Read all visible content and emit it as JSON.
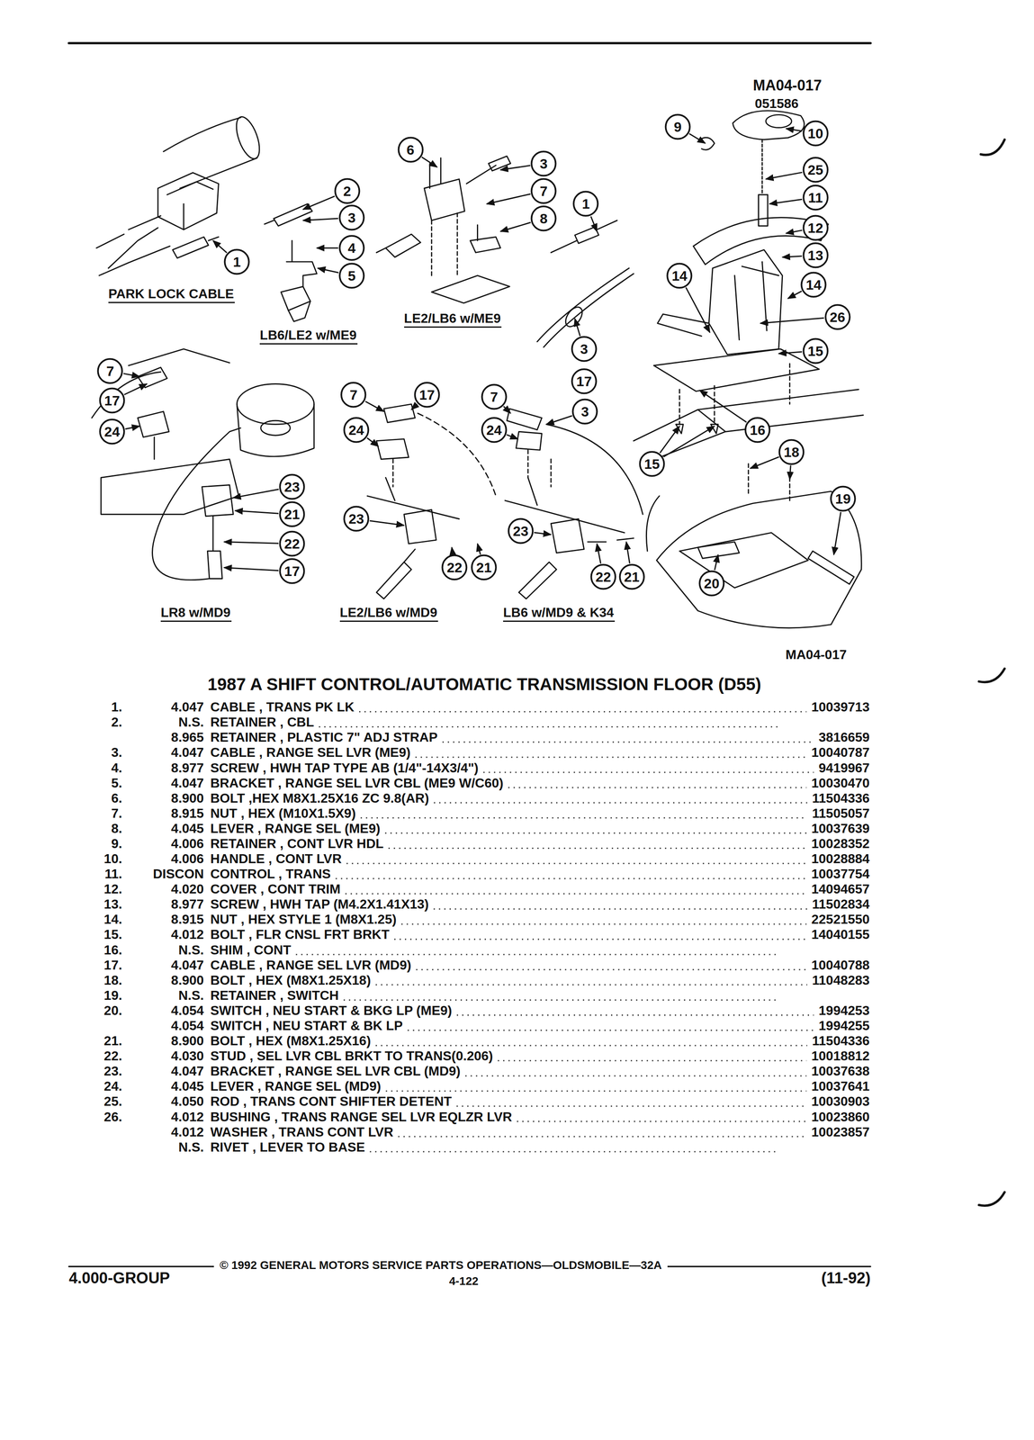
{
  "diagram": {
    "title": "1987 A SHIFT CONTROL/AUTOMATIC TRANSMISSION FLOOR (D55)",
    "nodes": [
      {
        "text": [
          "1"
        ]
      },
      {
        "text": [
          "2"
        ]
      },
      {
        "text": [
          "3"
        ]
      },
      {
        "text": [
          "4"
        ]
      },
      {
        "text": [
          "5"
        ]
      },
      {
        "text": [
          "6"
        ]
      },
      {
        "text": [
          "3"
        ]
      },
      {
        "text": [
          "7"
        ]
      },
      {
        "text": [
          "8"
        ]
      },
      {
        "text": [
          "1"
        ]
      },
      {
        "text": [
          "3"
        ]
      },
      {
        "text": [
          "17"
        ]
      },
      {
        "text": [
          "9"
        ]
      },
      {
        "text": [
          "10"
        ]
      },
      {
        "text": [
          "25"
        ]
      },
      {
        "text": [
          "11"
        ]
      },
      {
        "text": [
          "12"
        ]
      },
      {
        "text": [
          "13"
        ]
      },
      {
        "text": [
          "14"
        ]
      },
      {
        "text": [
          "14"
        ]
      },
      {
        "text": [
          "26"
        ]
      },
      {
        "text": [
          "15"
        ]
      },
      {
        "text": [
          "16"
        ]
      },
      {
        "text": [
          "15"
        ]
      },
      {
        "text": [
          "18"
        ]
      },
      {
        "text": [
          "19"
        ]
      },
      {
        "text": [
          "20"
        ]
      },
      {
        "text": [
          "7"
        ]
      },
      {
        "text": [
          "17"
        ]
      },
      {
        "text": [
          "24"
        ]
      },
      {
        "text": [
          "23"
        ]
      },
      {
        "text": [
          "21"
        ]
      },
      {
        "text": [
          "22"
        ]
      },
      {
        "text": [
          "17"
        ]
      },
      {
        "text": [
          "7"
        ]
      },
      {
        "text": [
          "17"
        ]
      },
      {
        "text": [
          "24"
        ]
      },
      {
        "text": [
          "23"
        ]
      },
      {
        "text": [
          "22"
        ]
      },
      {
        "text": [
          "21"
        ]
      },
      {
        "text": [
          "7"
        ]
      },
      {
        "text": [
          "3"
        ]
      },
      {
        "text": [
          "24"
        ]
      },
      {
        "text": [
          "23"
        ]
      },
      {
        "text": [
          "22"
        ]
      },
      {
        "text": [
          "21"
        ]
      }
    ],
    "labels": [
      "MA04-017",
      "051586",
      "PARK LOCK CABLE",
      "LB6/LE2 w/ME9",
      "LE2/LB6 w/ME9",
      "LR8 w/MD9",
      "LE2/LB6 w/MD9",
      "LB6 w/MD9 & K34",
      "MA04-017",
      "1.",
      "4.047",
      "CABLE , TRANS PK LK",
      "10039713",
      "2.",
      "N.S.",
      "RETAINER , CBL",
      "8.965",
      "RETAINER , PLASTIC 7\" ADJ STRAP",
      "3816659",
      "3.",
      "4.047",
      "CABLE , RANGE SEL LVR (ME9)",
      "10040787",
      "4.",
      "8.977",
      "SCREW , HWH TAP TYPE AB (1/4\"-14X3/4\")",
      "9419967",
      "5.",
      "4.047",
      "BRACKET , RANGE SEL LVR CBL (ME9 W/C60)",
      "10030470",
      "6.",
      "8.900",
      "BOLT ,HEX M8X1.25X16 ZC 9.8(AR)",
      "11504336",
      "7.",
      "8.915",
      "NUT , HEX (M10X1.5X9)",
      "11505057",
      "8.",
      "4.045",
      "LEVER , RANGE SEL (ME9)",
      "10037639",
      "9.",
      "4.006",
      "RETAINER , CONT LVR HDL",
      "10028352",
      "10.",
      "4.006",
      "HANDLE , CONT LVR",
      "10028884",
      "11.",
      "DISCON",
      "CONTROL , TRANS",
      "10037754",
      "12.",
      "4.020",
      "COVER , CONT TRIM",
      "14094657",
      "13.",
      "8.977",
      "SCREW , HWH TAP (M4.2X1.41X13)",
      "11502834",
      "14.",
      "8.915",
      "NUT , HEX STYLE 1 (M8X1.25)",
      "22521550",
      "15.",
      "4.012",
      "BOLT , FLR CNSL FRT BRKT",
      "14040155",
      "16.",
      "N.S.",
      "SHIM , CONT",
      "17.",
      "4.047",
      "CABLE , RANGE SEL LVR (MD9)",
      "10040788",
      "18.",
      "8.900",
      "BOLT , HEX (M8X1.25X18)",
      "11048283",
      "19.",
      "N.S.",
      "RETAINER , SWITCH",
      "20.",
      "4.054",
      "SWITCH , NEU START & BKG LP (ME9)",
      "1994253",
      "4.054",
      "SWITCH , NEU START & BK LP",
      "1994255",
      "21.",
      "8.900",
      "BOLT , HEX (M8X1.25X16)",
      "11504336",
      "22.",
      "4.030",
      "STUD , SEL LVR CBL BRKT TO TRANS(0.206)",
      "10018812",
      "23.",
      "4.047",
      "BRACKET , RANGE SEL LVR CBL (MD9)",
      "10037638",
      "24.",
      "4.045",
      "LEVER , RANGE SEL (MD9)",
      "10037641",
      "25.",
      "4.050",
      "ROD , TRANS CONT SHIFTER DETENT",
      "10030903",
      "26.",
      "4.012",
      "BUSHING , TRANS RANGE SEL LVR EQLZR LVR",
      "10023860",
      "4.012",
      "WASHER , TRANS CONT LVR",
      "10023857",
      "N.S.",
      "RIVET , LEVER TO BASE",
      "© 1992 GENERAL MOTORS SERVICE PARTS OPERATIONS—OLDSMOBILE—32A",
      "4.000-GROUP",
      "4-122",
      "(11-92)"
    ]
  }
}
